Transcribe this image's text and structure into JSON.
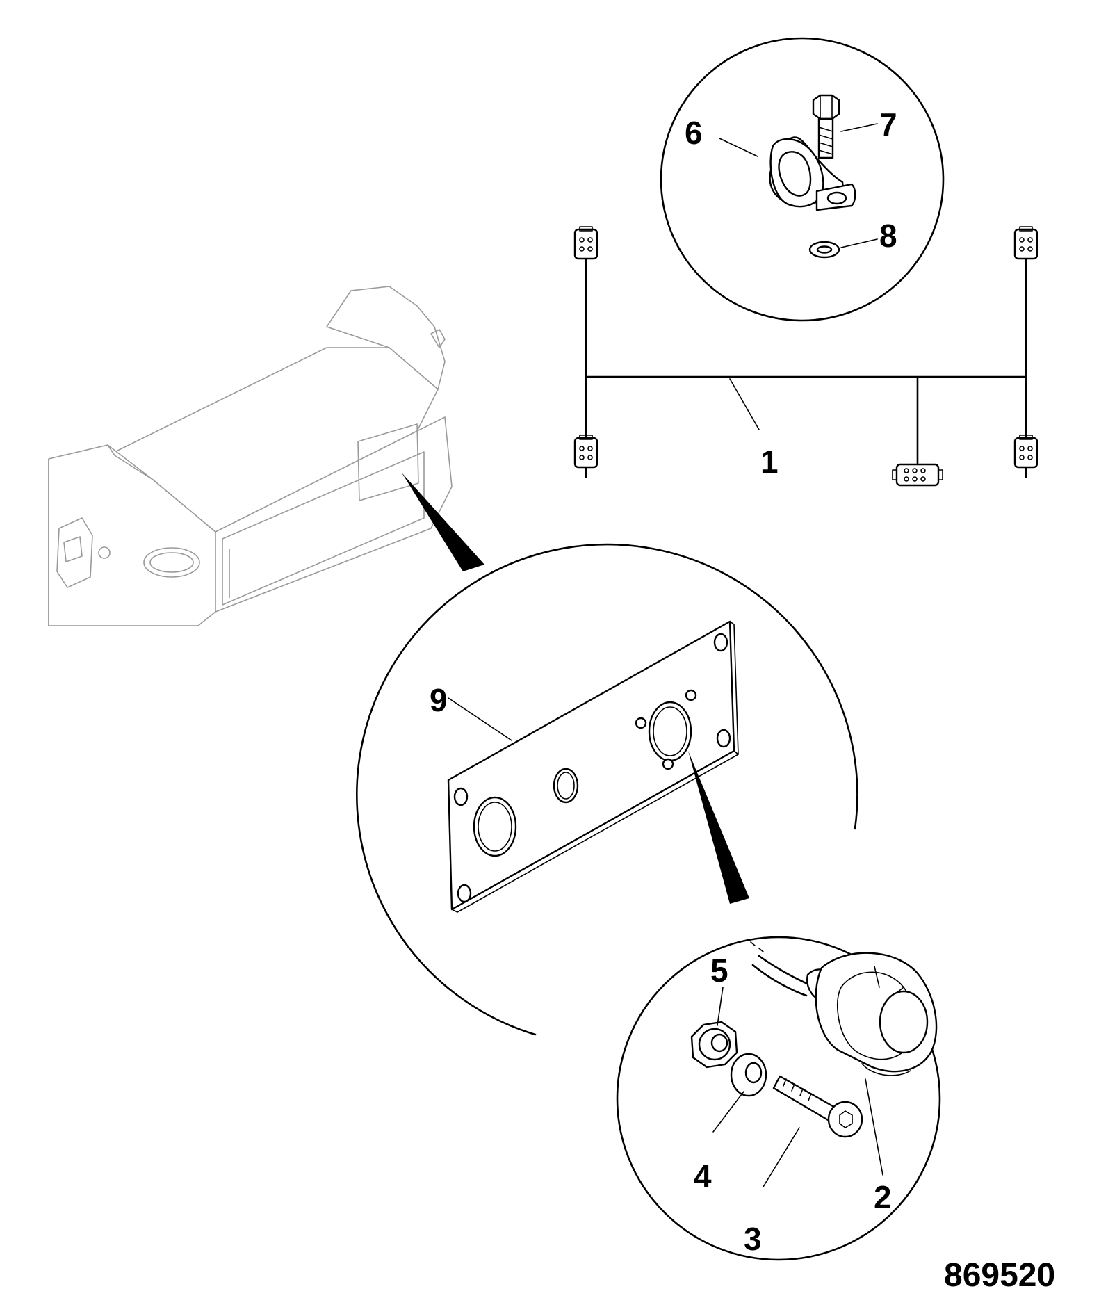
{
  "callouts": {
    "c1": "1",
    "c2": "2",
    "c3": "3",
    "c4": "4",
    "c5": "5",
    "c6": "6",
    "c7": "7",
    "c8": "8",
    "c9": "9"
  },
  "drawing_number": "869520"
}
